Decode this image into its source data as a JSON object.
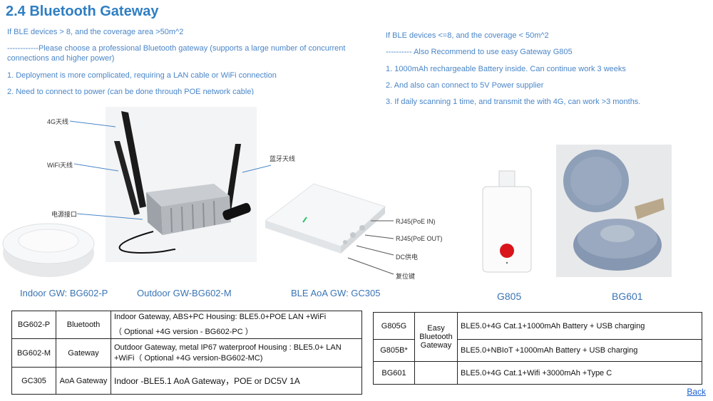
{
  "title": "2.4  Bluetooth Gateway",
  "left": {
    "condition": "If BLE devices > 8, and the coverage area >50m^2",
    "recommend": "------------Please choose a professional Bluetooth gateway (supports a large number of concurrent connections and higher power)",
    "point1": "1. Deployment is more complicated, requiring a LAN cable or WiFi connection",
    "point2": "2. Need to connect to power (can be done through POE network cable)"
  },
  "right": {
    "condition": "If BLE devices <=8, and the coverage < 50m^2",
    "recommend": "---------- Also Recommend to use easy Gateway G805",
    "point1": "1. 1000mAh rechargeable Battery inside. Can continue work 3 weeks",
    "point2": "2.  And also can connect to 5V Power supplier",
    "point3": "3.  If daily scanning 1 time, and transmit the with 4G, can work >3 months."
  },
  "labels": {
    "antenna_4g": "4G天线",
    "antenna_wifi": "WiFi天线",
    "power_port": "电源接口",
    "antenna_bt": "蓝牙天线",
    "rj45_in": "RJ45(PoE IN)",
    "rj45_out": "RJ45(PoE OUT)",
    "dc_power": "DC供电",
    "reset_key": "复位键"
  },
  "captions": {
    "indoor": "Indoor GW: BG602-P",
    "outdoor": "Outdoor GW-BG602-M",
    "aoa": "BLE AoA GW: GC305",
    "g805": "G805",
    "bg601": "BG601"
  },
  "table_left": {
    "bg602p_model": "BG602-P",
    "bg602p_type": "Bluetooth",
    "bg602p_desc_1": "Indoor Gateway, ABS+PC Housing: BLE5.0+POE LAN +WiFi",
    "bg602p_desc_2": "（ Optional +4G version - BG602-PC ）",
    "bg602m_model": "BG602-M",
    "bg602m_type": "Gateway",
    "bg602m_desc": "Outdoor Gateway, metal IP67 waterproof Housing : BLE5.0+ LAN +WiFi（ Optional +4G version-BG602-MC)",
    "gc305_model": "GC305",
    "gc305_type": "AoA Gateway",
    "gc305_desc": "Indoor -BLE5.1 AoA Gateway，POE or DC5V 1A"
  },
  "table_right": {
    "type": "Easy Bluetooth Gateway",
    "g805g_model": "G805G",
    "g805g_desc": "BLE5.0+4G Cat.1+1000mAh Battery + USB charging",
    "g805b_model": "G805B*",
    "g805b_desc": "BLE5.0+NBIoT +1000mAh Battery + USB charging",
    "bg601_model": "BG601",
    "bg601_desc": "BLE5.0+4G Cat.1+Wifi +3000mAh +Type C"
  },
  "back_link": "Back"
}
